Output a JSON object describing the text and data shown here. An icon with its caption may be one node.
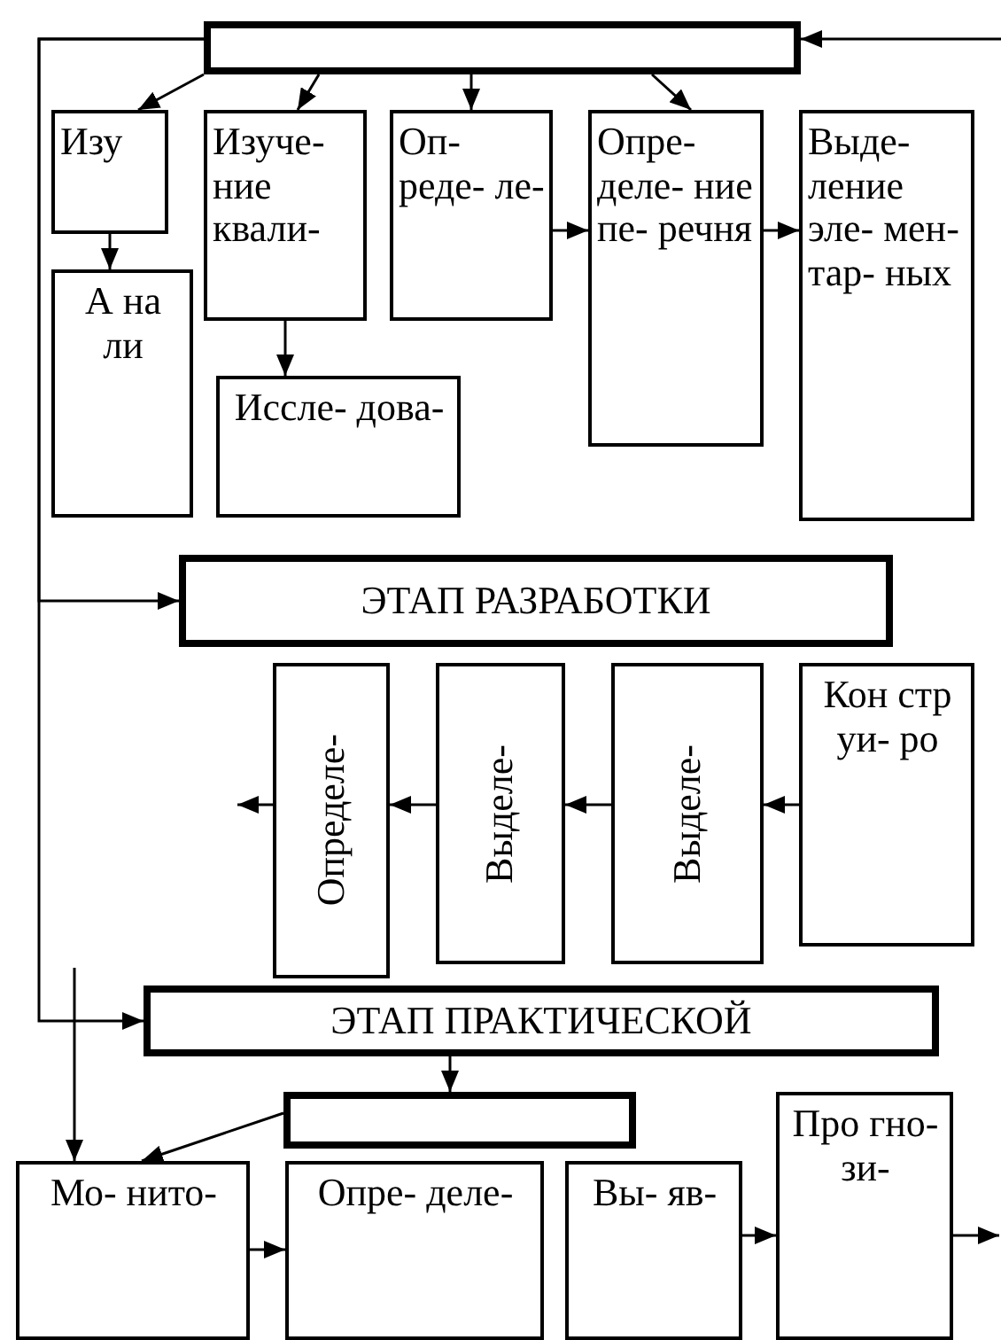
{
  "diagram": {
    "nodes": [
      {
        "text": [],
        "shape": "box"
      },
      {
        "text": [
          "Изу"
        ]
      },
      {
        "text": [
          "А на ли"
        ]
      },
      {
        "text": [
          "Изуче- ние квали-"
        ]
      },
      {
        "text": [
          "Иссле- дова-"
        ]
      },
      {
        "text": [
          "Оп- реде- ле-"
        ]
      },
      {
        "text": [
          "Опре- деле- ние пе- речня"
        ]
      },
      {
        "text": [
          "Выде- ление эле- мен- тар- ных"
        ]
      },
      {
        "text": [
          "ЭТАП РАЗРАБОТКИ"
        ]
      },
      {
        "text": [
          "Определе-"
        ]
      },
      {
        "text": [
          "Выделе-"
        ]
      },
      {
        "text": [
          "Выделе-"
        ]
      },
      {
        "text": [
          "Кон стр уи- ро"
        ]
      },
      {
        "text": [
          "ЭТАП ПРАКТИЧЕСКОЙ"
        ]
      },
      {
        "text": [],
        "shape": "box"
      },
      {
        "text": [
          "Мо- нито-"
        ]
      },
      {
        "text": [
          "Опре- деле-"
        ]
      },
      {
        "text": [
          "Вы- яв-"
        ]
      },
      {
        "text": [
          "Про гно- зи-"
        ]
      }
    ],
    "edges": [
      {
        "from": 0,
        "to": 8,
        "arrow": "to"
      },
      {
        "from": 0,
        "to": 13,
        "arrow": "to"
      },
      {
        "from": null,
        "to": 0,
        "arrow": "to"
      },
      {
        "from": 0,
        "to": 1,
        "arrow": "to"
      },
      {
        "from": 0,
        "to": 3,
        "arrow": "to"
      },
      {
        "from": 0,
        "to": 5,
        "arrow": "to"
      },
      {
        "from": 0,
        "to": 6,
        "arrow": "to"
      },
      {
        "from": 1,
        "to": 2,
        "arrow": "to"
      },
      {
        "from": 3,
        "to": 4,
        "arrow": "to"
      },
      {
        "from": 5,
        "to": 6,
        "arrow": "to"
      },
      {
        "from": 6,
        "to": 7,
        "arrow": "to"
      },
      {
        "from": 12,
        "to": 11,
        "arrow": "to"
      },
      {
        "from": 11,
        "to": 10,
        "arrow": "to"
      },
      {
        "from": 10,
        "to": 9,
        "arrow": "to"
      },
      {
        "from": 9,
        "to": null,
        "arrow": "to"
      },
      {
        "from": 13,
        "to": 14,
        "arrow": "to"
      },
      {
        "from": 14,
        "to": 15,
        "arrow": "to"
      },
      {
        "from": null,
        "to": 15,
        "arrow": "to"
      },
      {
        "from": 15,
        "to": 16,
        "arrow": "to"
      },
      {
        "from": 17,
        "to": 18,
        "arrow": "to"
      },
      {
        "from": 18,
        "to": null,
        "arrow": "to"
      }
    ]
  }
}
